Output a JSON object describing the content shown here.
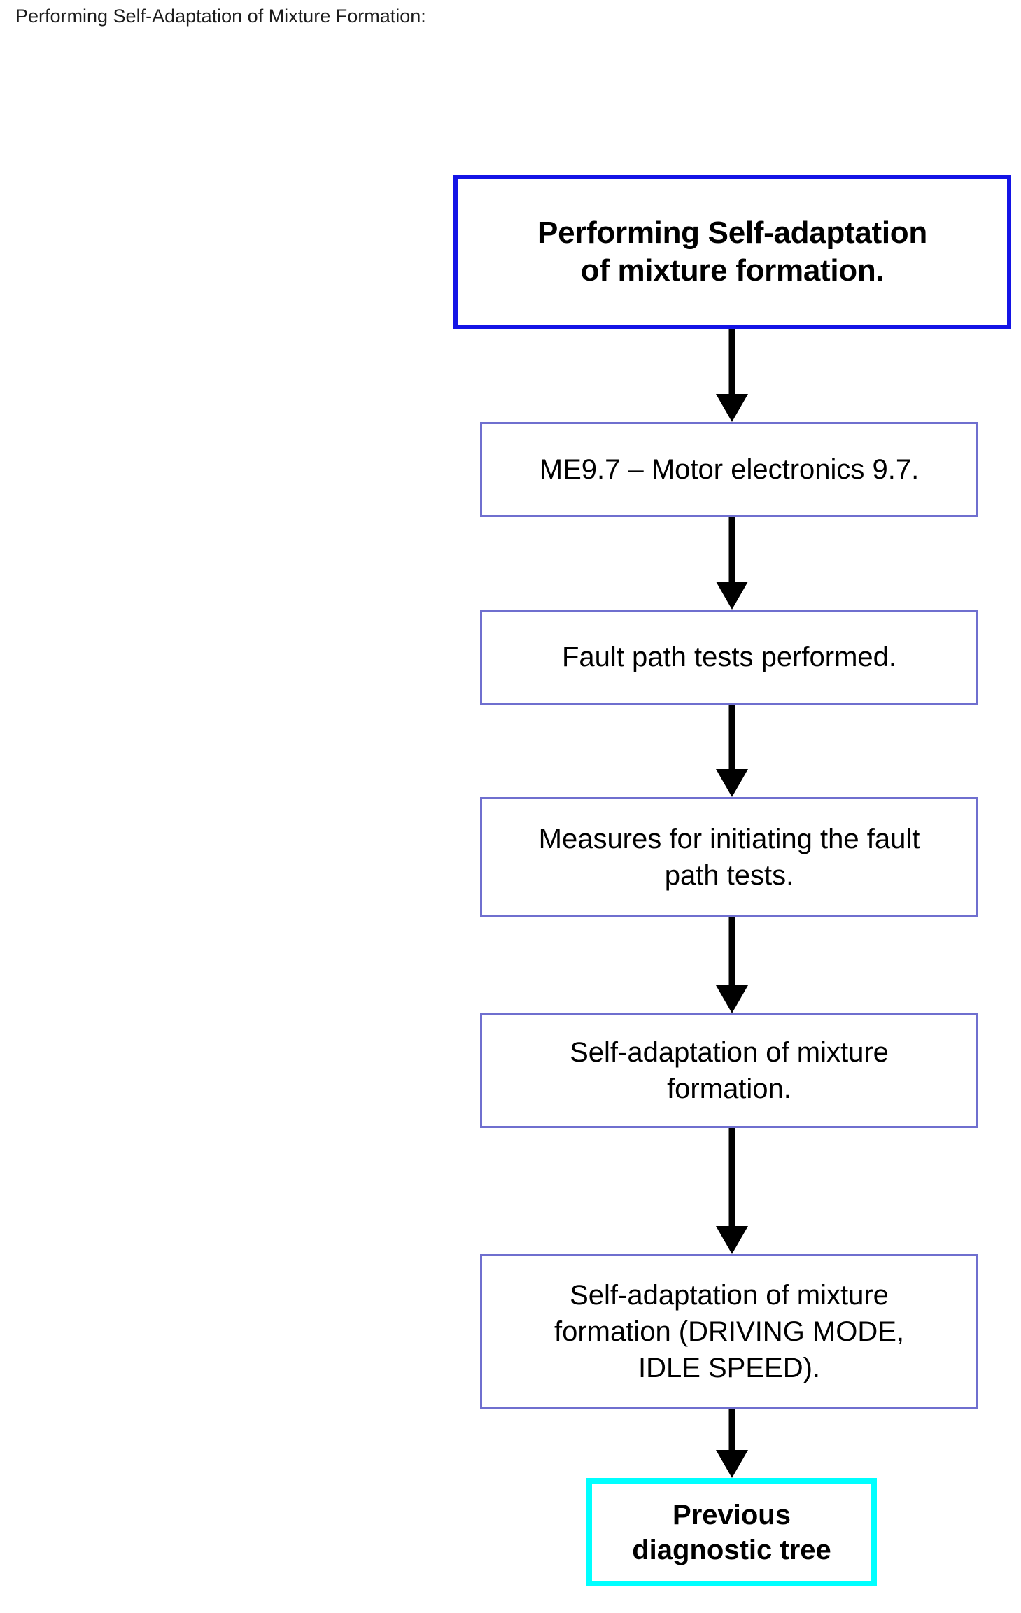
{
  "page": {
    "heading": "Performing Self-Adaptation of Mixture Formation:",
    "background_color": "#ffffff",
    "text_color": "#000000"
  },
  "colors": {
    "start_border": "#1414e6",
    "process_border": "#6f6fcf",
    "terminal_border": "#00ffff",
    "arrow": "#000000"
  },
  "flowchart": {
    "type": "flowchart",
    "orientation": "top-to-bottom",
    "nodes": [
      {
        "id": "start",
        "kind": "start",
        "label": "Performing Self-adaptation\nof mixture formation.",
        "border_color": "#1414e6",
        "bold": true
      },
      {
        "id": "me97",
        "kind": "process",
        "label": "ME9.7 – Motor electronics 9.7.",
        "border_color": "#6f6fcf",
        "bold": false
      },
      {
        "id": "fault-path-tests",
        "kind": "process",
        "label": "Fault path tests performed.",
        "border_color": "#6f6fcf",
        "bold": false
      },
      {
        "id": "measures",
        "kind": "process",
        "label": "Measures for initiating the fault\npath tests.",
        "border_color": "#6f6fcf",
        "bold": false
      },
      {
        "id": "self-adaptation",
        "kind": "process",
        "label": "Self-adaptation of mixture\nformation.",
        "border_color": "#6f6fcf",
        "bold": false
      },
      {
        "id": "self-adaptation-modes",
        "kind": "process",
        "label": "Self-adaptation of mixture\nformation (DRIVING MODE,\nIDLE SPEED).",
        "border_color": "#6f6fcf",
        "bold": false
      },
      {
        "id": "previous-diagnostic-tree",
        "kind": "terminal",
        "label": "Previous\ndiagnostic tree",
        "border_color": "#00ffff",
        "bold": true
      }
    ],
    "edges": [
      {
        "from": "start",
        "to": "me97",
        "style": "solid-arrow"
      },
      {
        "from": "me97",
        "to": "fault-path-tests",
        "style": "solid-arrow"
      },
      {
        "from": "fault-path-tests",
        "to": "measures",
        "style": "solid-arrow"
      },
      {
        "from": "measures",
        "to": "self-adaptation",
        "style": "solid-arrow"
      },
      {
        "from": "self-adaptation",
        "to": "self-adaptation-modes",
        "style": "solid-arrow"
      },
      {
        "from": "self-adaptation-modes",
        "to": "previous-diagnostic-tree",
        "style": "solid-arrow"
      }
    ]
  }
}
